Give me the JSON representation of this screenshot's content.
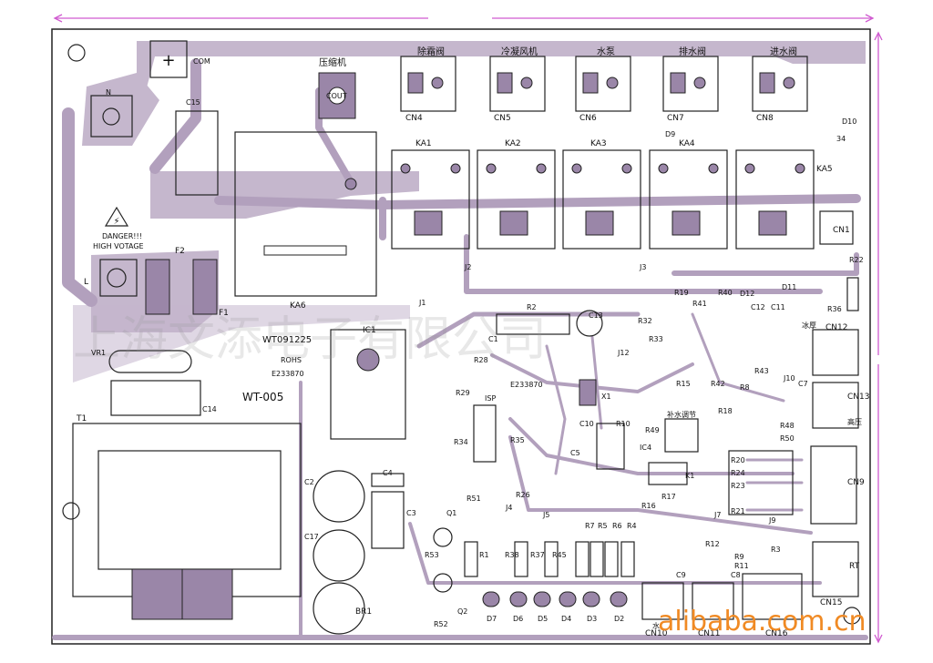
{
  "board": {
    "top_labels": [
      "除霜阀",
      "冷凝风机",
      "水泵",
      "排水阀",
      "进水阀"
    ],
    "compressor_label": "压缩机",
    "relay_labels": [
      "KA1",
      "KA2",
      "KA3",
      "KA4",
      "KA5",
      "KA6"
    ],
    "connector_labels": [
      "CN4",
      "CN5",
      "CN6",
      "CN7",
      "CN8",
      "CN10",
      "CN11",
      "CN12",
      "CN13",
      "CN15",
      "CN16",
      "CN9",
      "CN1"
    ],
    "power_labels": [
      "COM",
      "COUT",
      "N",
      "L",
      "F1",
      "F2",
      "C15",
      "VR1",
      "C14",
      "T1",
      "BR1"
    ],
    "danger_text": [
      "DANGER!!!",
      "HIGH VOTAGE"
    ],
    "model_text": [
      "WT091225",
      "ROHS",
      "E233870",
      "WT-005"
    ],
    "ic_labels": [
      "IC1",
      "IC4",
      "E233870",
      "ISP",
      "K1",
      "X1"
    ],
    "jumper_labels": [
      "J1",
      "J2",
      "J3",
      "J4",
      "J5",
      "J7",
      "J9",
      "J10",
      "J12"
    ],
    "diode_labels": [
      "D2",
      "D3",
      "D4",
      "D5",
      "D6",
      "D7",
      "D9",
      "D10",
      "D11",
      "D12"
    ],
    "cap_labels": [
      "C1",
      "C2",
      "C3",
      "C4",
      "C5",
      "C7",
      "C8",
      "C9",
      "C10",
      "C11",
      "C12",
      "C13",
      "C17"
    ],
    "resistor_labels": [
      "R1",
      "R2",
      "R3",
      "R4",
      "R5",
      "R6",
      "R7",
      "R8",
      "R9",
      "R10",
      "R11",
      "R12",
      "R15",
      "R16",
      "R17",
      "R18",
      "R19",
      "R20",
      "R21",
      "R22",
      "R23",
      "R24",
      "R26",
      "R28",
      "R29",
      "R32",
      "R33",
      "R34",
      "R35",
      "R36",
      "R37",
      "R38",
      "R40",
      "R41",
      "R42",
      "R43",
      "R45",
      "R48",
      "R49",
      "R50",
      "R51",
      "R52",
      "R53"
    ],
    "transistor_labels": [
      "Q1",
      "Q2"
    ],
    "misc_labels": [
      "冰厚",
      "高压",
      "补水调节",
      "RT",
      "34",
      "水"
    ],
    "bg_watermark": "上海文添电子有限公司",
    "site_watermark": "alibaba.com.cn"
  },
  "colors": {
    "trace": "#b2a0bd",
    "pad": "#9a86a8",
    "dimension_arrow": "#d05ad0",
    "site_watermark": "#f08a24"
  }
}
